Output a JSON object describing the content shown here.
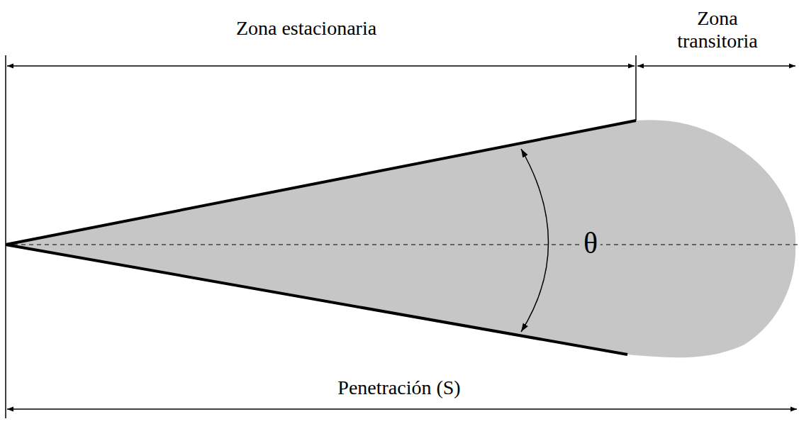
{
  "diagram": {
    "labels": [
      "Zona estacionaria",
      "Zona transitoria",
      "θ",
      "Penetración (S)"
    ]
  }
}
